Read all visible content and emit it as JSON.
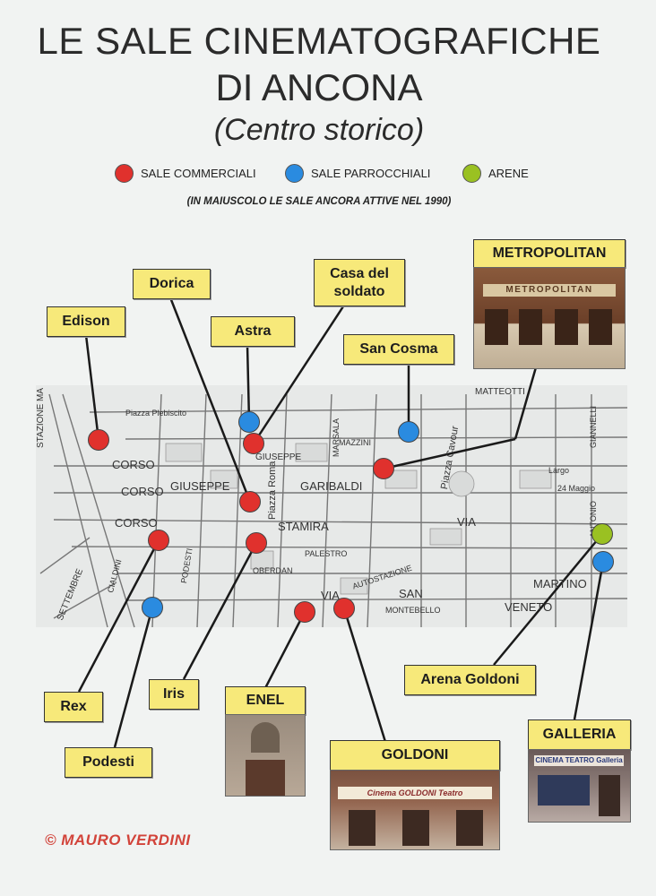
{
  "title": {
    "line1": "LE SALE CINEMATOGRAFICHE",
    "line2": "DI ANCONA",
    "line3": "(Centro storico)"
  },
  "legend": {
    "commercial": {
      "label": "SALE COMMERCIALI",
      "color": "#e0312d"
    },
    "parish": {
      "label": "SALE PARROCCHIALI",
      "color": "#2a8be0"
    },
    "arenas": {
      "label": "ARENE",
      "color": "#9ac122"
    }
  },
  "note": "(IN MAIUSCOLO LE SALE ANCORA ATTIVE NEL 1990)",
  "cinemas": {
    "edison": "Edison",
    "dorica": "Dorica",
    "astra": "Astra",
    "casa_del_soldato": "Casa del soldato",
    "san_cosma": "San Cosma",
    "metropolitan": "METROPOLITAN",
    "rex": "Rex",
    "podesti": "Podesti",
    "iris": "Iris",
    "enel": "ENEL",
    "goldoni": "GOLDONI",
    "arena_goldoni": "Arena Goldoni",
    "galleria": "GALLERIA"
  },
  "photo_signs": {
    "metropolitan": "METROPOLITAN",
    "goldoni": "Cinema GOLDONI Teatro",
    "galleria": "CINEMA TEATRO Galleria"
  },
  "streets": {
    "stazione": "STAZIONE MA",
    "settembre": "SETTEMBRE",
    "corso1": "CORSO",
    "corso2": "CORSO",
    "corso3": "CORSO",
    "giuseppe1": "GIUSEPPE",
    "giuseppe2": "GIUSEPPE",
    "garibaldi": "GARIBALDI",
    "stamira": "STAMIRA",
    "via1": "VIA",
    "via2": "VIA",
    "piazza_roma": "Piazza Roma",
    "piazza_cavour": "Piazza Cavour",
    "piazza_plebiscito": "Piazza Plebiscito",
    "mazzini": "MAZZINI",
    "matteotti": "MATTEOTTI",
    "marsala": "MARSALA",
    "palestro": "PALESTRO",
    "san": "SAN",
    "martino": "MARTINO",
    "veneto": "VENETO",
    "montebello": "MONTEBELLO",
    "autostazione": "AUTOSTAZIONE",
    "oberdan": "OBERDAN",
    "podesti": "PODESTI",
    "cialdini": "CIALDINI",
    "largo": "Largo",
    "maggio": "24 Maggio",
    "giannelli": "GIANNELLI",
    "antonio": "ANTONIO"
  },
  "copyright": "© MAURO VERDINI"
}
